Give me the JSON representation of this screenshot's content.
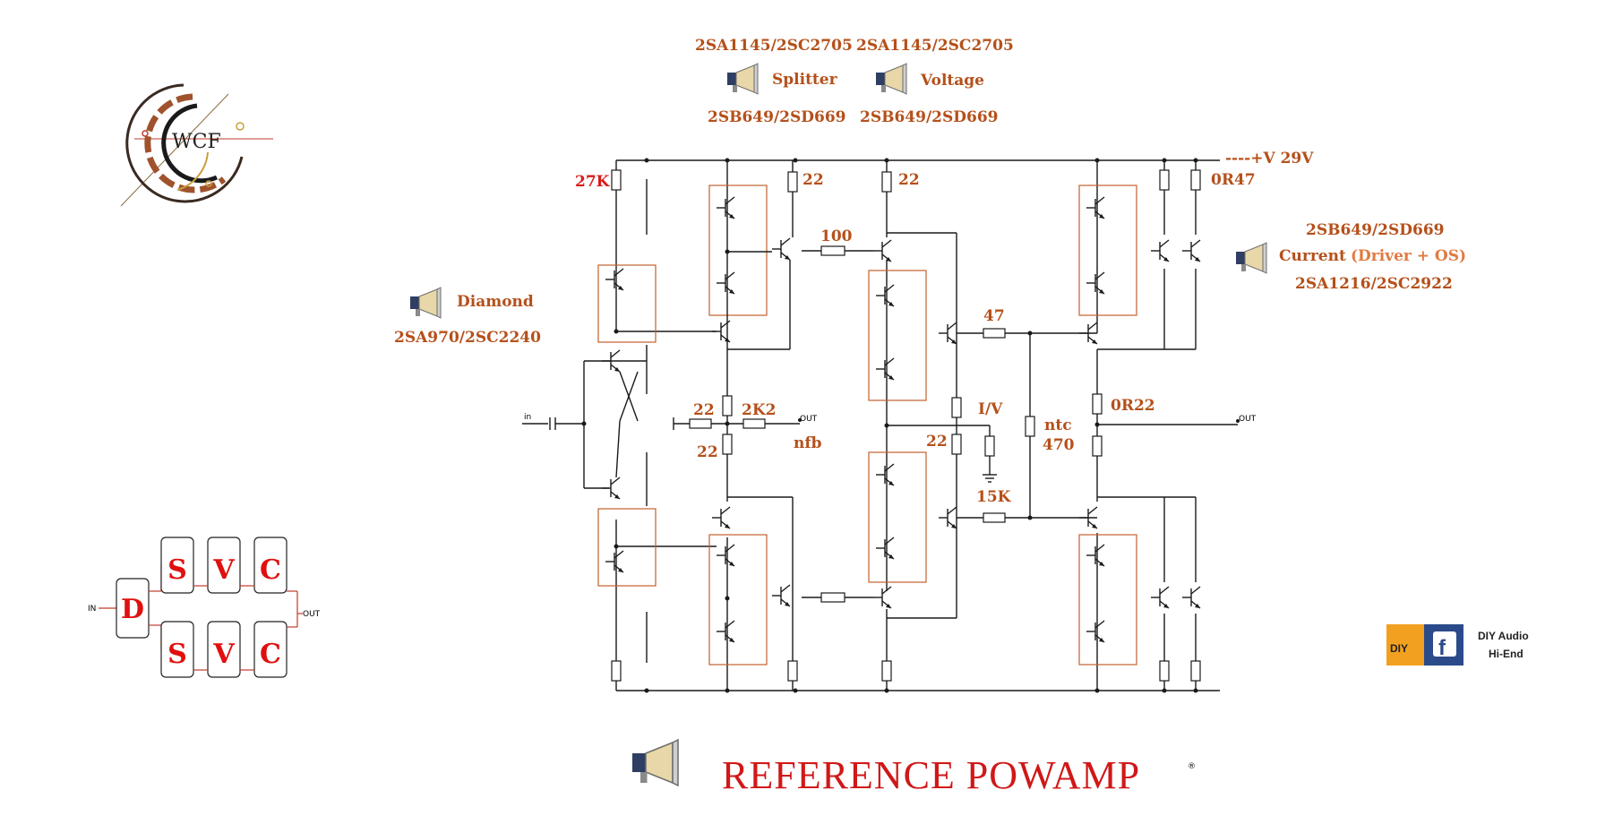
{
  "title": "REFERENCE POWAMP",
  "title_mark": "®",
  "logo": {
    "text": "WCF"
  },
  "brand": {
    "badge": "DIY",
    "line1": "DIY Audio",
    "line2": "Hi-End"
  },
  "stages": {
    "splitter": {
      "top": "2SA1145/2SC2705",
      "name": "Splitter",
      "bottom": "2SB649/2SD669"
    },
    "voltage": {
      "top": "2SA1145/2SC2705",
      "name": "Voltage",
      "bottom": "2SB649/2SD669"
    },
    "diamond": {
      "name": "Diamond",
      "parts": "2SA970/2SC2240"
    },
    "current": {
      "top": "2SB649/2SD669",
      "name": "Current",
      "note": "(Driver + OS)",
      "bottom": "2SA1216/2SC2922"
    }
  },
  "supply": "----+V  29V",
  "components": {
    "r_27k": "27K",
    "r_22_a": "22",
    "r_22_b": "22",
    "r_100": "100",
    "r_0r47": "0R47",
    "r_47": "47",
    "r_22_fb": "22",
    "r_2k2": "2K2",
    "r_22_c": "22",
    "r_22_d": "22",
    "iv": "I/V",
    "ntc": "ntc",
    "ntc_val": "470",
    "r_0r22": "0R22",
    "r_15k": "15K",
    "nfb": "nfb"
  },
  "ports": {
    "in": "in",
    "out_nfb": "OUT",
    "out_main": "OUT"
  },
  "block_diagram": {
    "in": "IN",
    "out": "OUT",
    "d": "D",
    "top": [
      "S",
      "V",
      "C"
    ],
    "bottom": [
      "S",
      "V",
      "C"
    ]
  }
}
